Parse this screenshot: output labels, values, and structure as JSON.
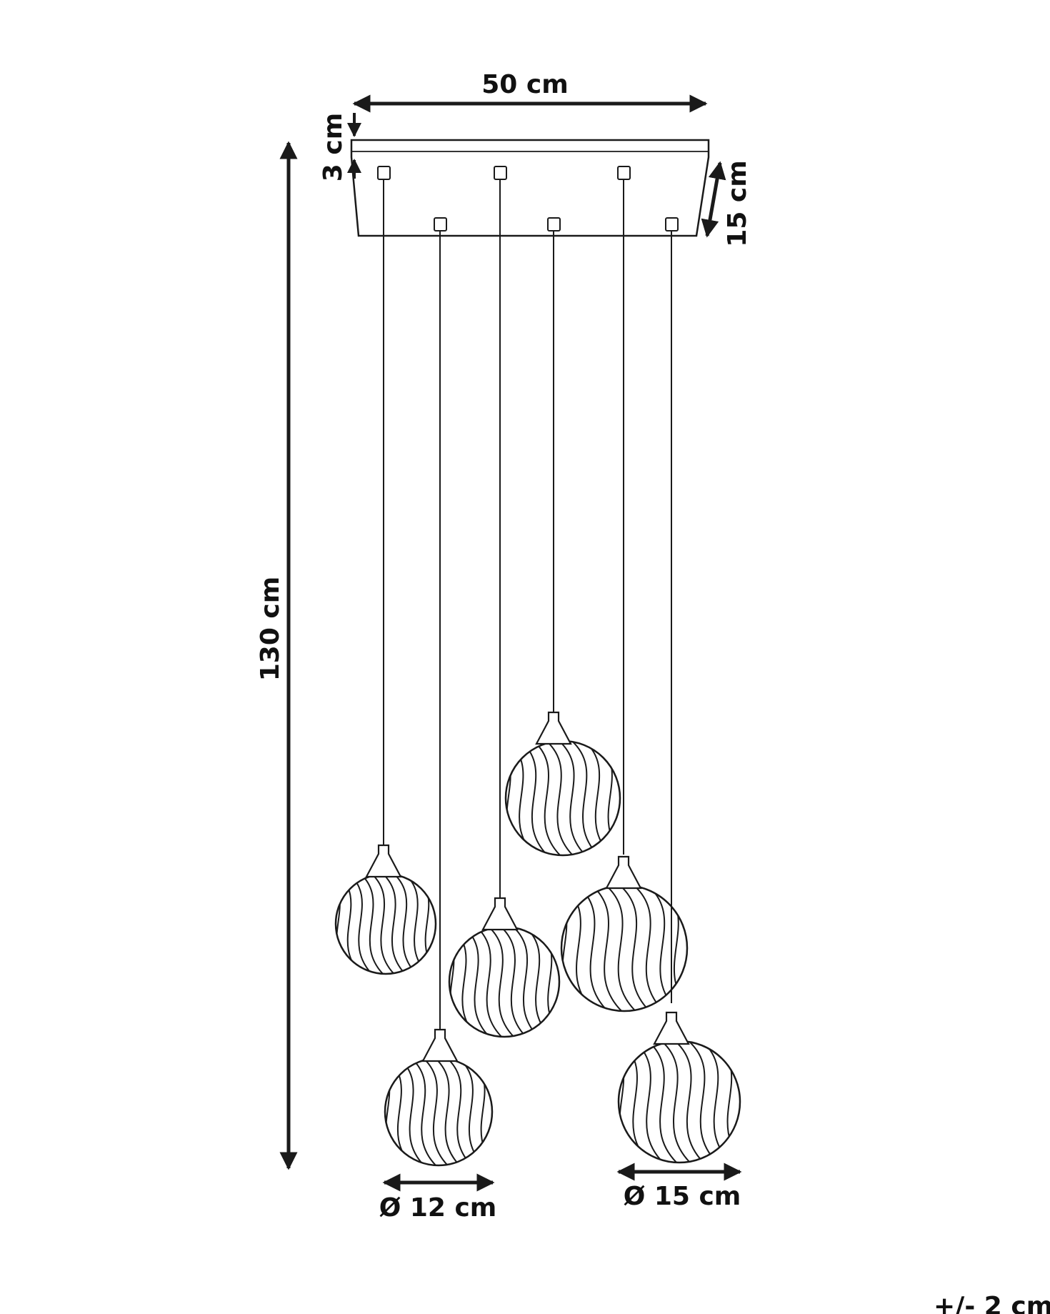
{
  "colors": {
    "ink": "#1a1a1a",
    "background": "#ffffff"
  },
  "dimensions": {
    "canopy_width": "50 cm",
    "canopy_height": "3 cm",
    "canopy_depth": "15 cm",
    "total_height": "130 cm",
    "small_shade_diameter": "Ø 12 cm",
    "large_shade_diameter": "Ø 15 cm",
    "tolerance": "+/- 2 cm"
  },
  "pendants": {
    "count": 6,
    "shade_pattern": "swirl"
  }
}
